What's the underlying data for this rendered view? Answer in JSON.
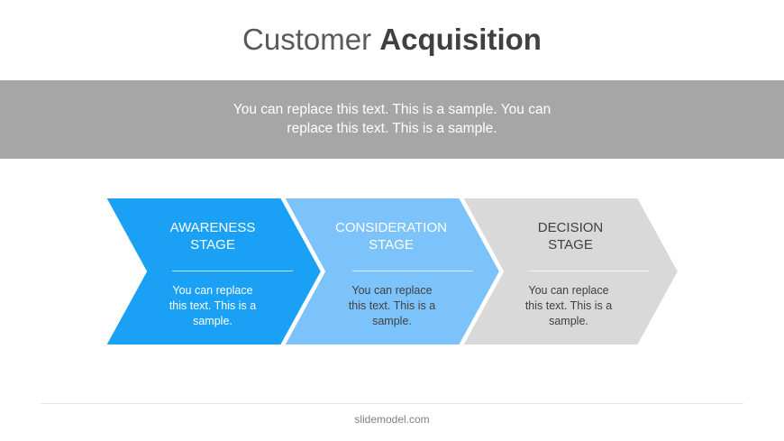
{
  "title": {
    "light": "Customer ",
    "bold": "Acquisition"
  },
  "banner": {
    "line1": "You can replace this text. This is a sample. You can",
    "line2": "replace this text. This is a sample."
  },
  "stages": [
    {
      "title_line1": "AWARENESS",
      "title_line2": "STAGE",
      "desc_line1": "You can replace",
      "desc_line2": "this text. This is a",
      "desc_line3": "sample.",
      "fill": "#1aa1f5",
      "text_color": "#ffffff",
      "desc_color": "#ffffff"
    },
    {
      "title_line1": "CONSIDERATION",
      "title_line2": "STAGE",
      "desc_line1": "You can replace",
      "desc_line2": "this text. This is a",
      "desc_line3": "sample.",
      "fill": "#7dc3fb",
      "text_color": "#ffffff",
      "desc_color": "#404040"
    },
    {
      "title_line1": "DECISION",
      "title_line2": "STAGE",
      "desc_line1": "You can replace",
      "desc_line2": "this text. This is a",
      "desc_line3": "sample.",
      "fill": "#d9d9d9",
      "text_color": "#404040",
      "desc_color": "#404040"
    }
  ],
  "footer": {
    "text": "slidemodel.com"
  }
}
